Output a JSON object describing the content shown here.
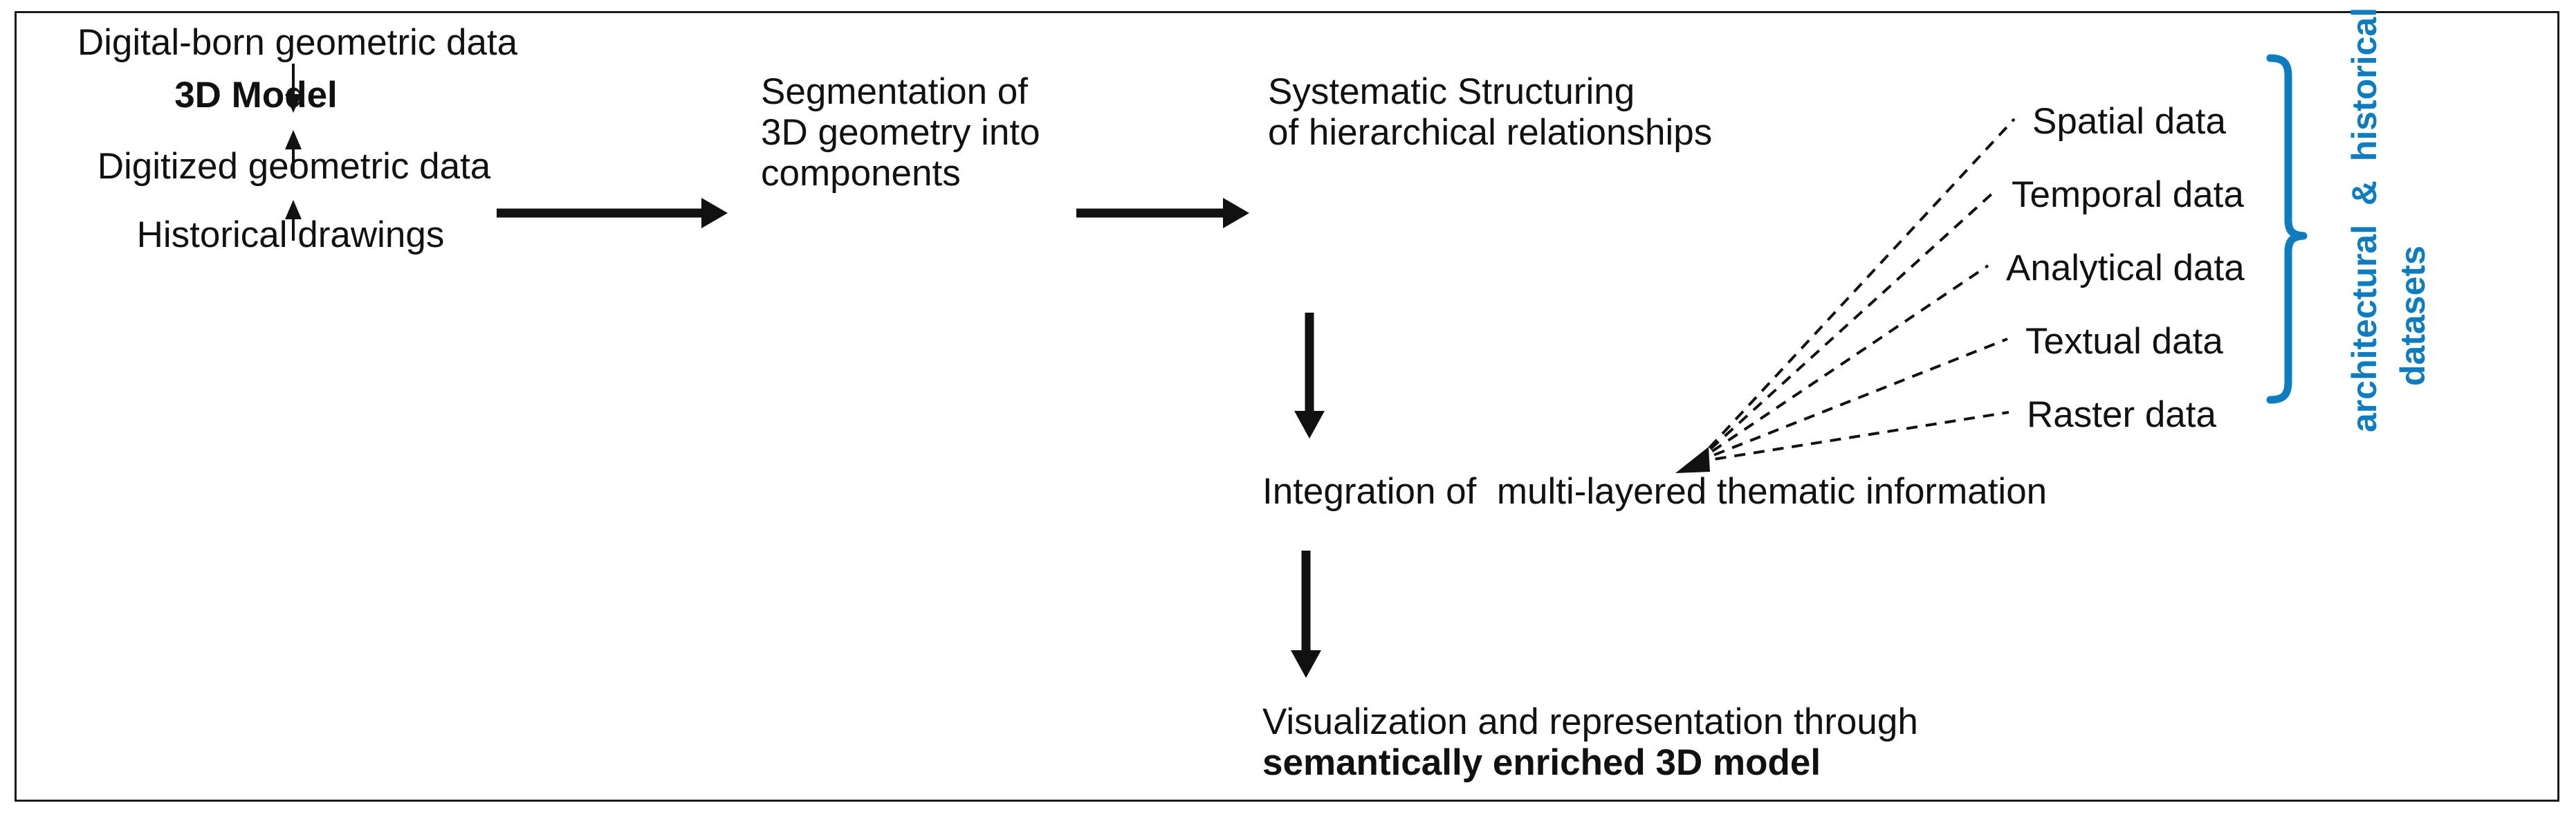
{
  "diagram": {
    "title": "Semantically enriched 3D model workflow",
    "accent_color": "#0d7cc0",
    "line_color": "#111111",
    "background": "#ffffff"
  },
  "inputs": {
    "digital_born": "Digital-born geometric data",
    "model": "3D Model",
    "digitized": "Digitized geometric data",
    "historical_drawings": "Historical drawings"
  },
  "process": {
    "segmentation_line1": "Segmentation of",
    "segmentation_line2": "3D geometry into",
    "segmentation_line3": "components",
    "structuring_line1": "Systematic Structuring",
    "structuring_line2": "of hierarchical relationships",
    "integration": "Integration of  multi-layered thematic information",
    "visualization_line1": "Visualization and representation through",
    "visualization_line2": "semantically enriched 3D model"
  },
  "datasets": {
    "items": [
      {
        "label": "Spatial data"
      },
      {
        "label": "Temporal data"
      },
      {
        "label": "Analytical data"
      },
      {
        "label": "Textual data"
      },
      {
        "label": "Raster data"
      }
    ],
    "bracket_label_line1": "architectural  &  historical",
    "bracket_label_line2": "datasets"
  }
}
